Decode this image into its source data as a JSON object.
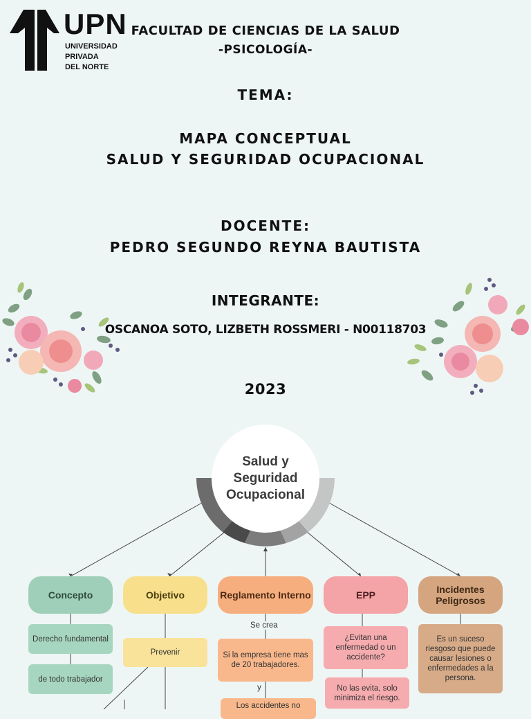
{
  "logo": {
    "brand": "UPN",
    "line1": "UNIVERSIDAD",
    "line2": "PRIVADA",
    "line3": "DEL NORTE"
  },
  "header": {
    "faculty": "FACULTAD DE CIENCIAS DE LA SALUD",
    "career": "-PSICOLOGÍA-",
    "tema_label": "TEMA:",
    "topic_line1": "MAPA CONCEPTUAL",
    "topic_line2": "SALUD Y SEGURIDAD OCUPACIONAL",
    "docente_label": "DOCENTE:",
    "docente_name": "PEDRO SEGUNDO REYNA BAUTISTA",
    "integrante_label": "INTEGRANTE:",
    "integrante_name": "OSCANOA SOTO, LIZBETH ROSSMERI - N00118703",
    "year": "2023"
  },
  "diagram": {
    "center": "Salud y Seguridad Ocupacional",
    "branches": [
      {
        "title": "Concepto",
        "color": "#9fcfb8",
        "boxes": [
          "Derecho fundamental",
          "de todo trabajador"
        ]
      },
      {
        "title": "Objetivo",
        "color": "#f8df8b",
        "boxes": [
          "Prevenir"
        ]
      },
      {
        "title": "Reglamento Interno",
        "color": "#f7ae7e",
        "connector1": "Se  crea",
        "boxes": [
          "Si la empresa tiene mas de 20 trabajadores.",
          "Los accidentes no"
        ],
        "connector2": "y"
      },
      {
        "title": "EPP",
        "color": "#f4a3a6",
        "boxes": [
          "¿Evitan una enfermedad o un accidente?",
          "No las evita, solo minimiza el riesgo."
        ]
      },
      {
        "title": "Incidentes Peligrosos",
        "color": "#d4a57f",
        "boxes": [
          "Es un suceso riesgoso que puede causar lesiones o enfermedades a la persona."
        ]
      }
    ]
  }
}
